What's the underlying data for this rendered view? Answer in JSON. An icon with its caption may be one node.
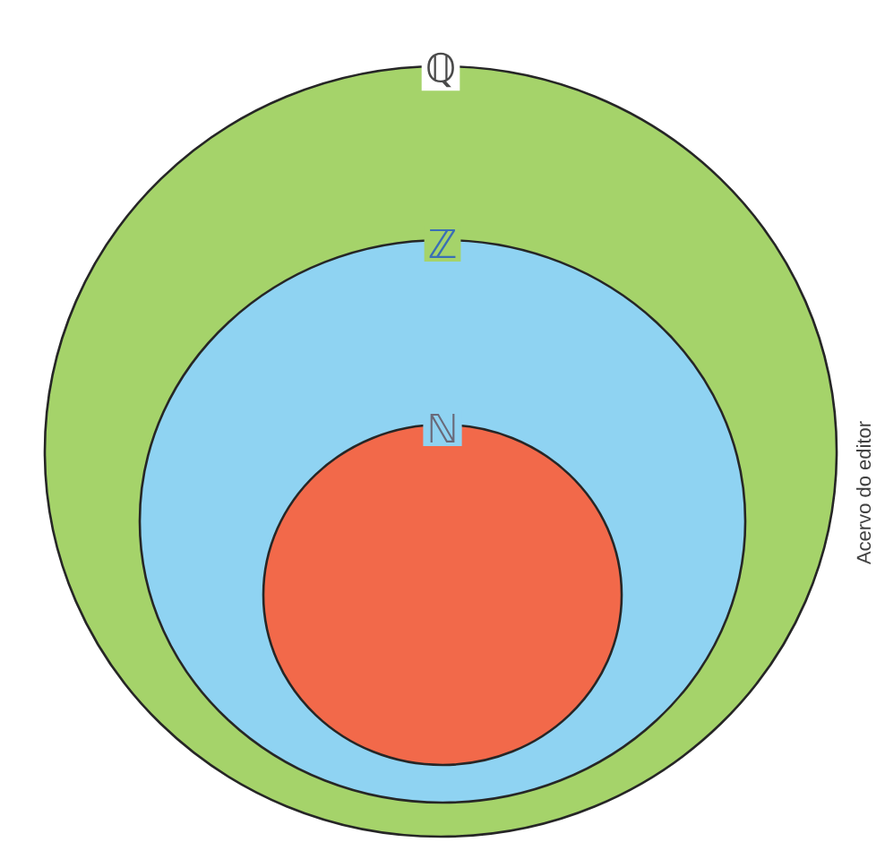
{
  "diagram": {
    "nodes": [
      {
        "text": [
          "ℚ"
        ]
      },
      {
        "text": [
          "ℤ"
        ],
        "in": 0
      },
      {
        "text": [
          "ℕ"
        ],
        "in": 1
      }
    ],
    "labels": [
      "Acervo do editor"
    ]
  }
}
